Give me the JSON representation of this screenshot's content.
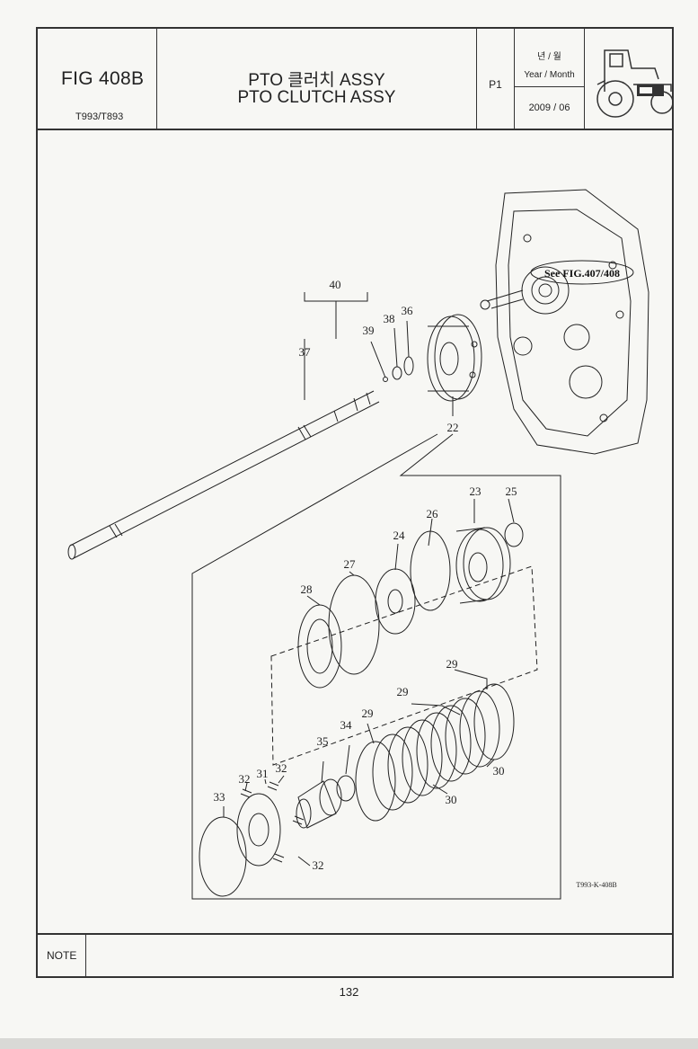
{
  "header": {
    "fig_no": "FIG 408B",
    "models": "T993/T893",
    "title_kr": "PTO 클러치 ASSY",
    "title_en": "PTO CLUTCH ASSY",
    "page_code": "P1",
    "date_label_kr": "년 / 월",
    "date_label_en": "Year / Month",
    "date_value": "2009 / 06"
  },
  "diagram": {
    "see_fig": "See FIG.407/408",
    "drawing_code": "T993-K-408B",
    "callouts": {
      "c40": "40",
      "c39": "39",
      "c38": "38",
      "c36": "36",
      "c37": "37",
      "c22": "22",
      "c23": "23",
      "c25": "25",
      "c26": "26",
      "c24": "24",
      "c27": "27",
      "c28": "28",
      "c29a": "29",
      "c29b": "29",
      "c29c": "29",
      "c34": "34",
      "c35": "35",
      "c30a": "30",
      "c30b": "30",
      "c32a": "32",
      "c31": "31",
      "c32b": "32",
      "c33": "33",
      "c32c": "32"
    }
  },
  "footer": {
    "note_label": "NOTE",
    "page_number": "132"
  }
}
